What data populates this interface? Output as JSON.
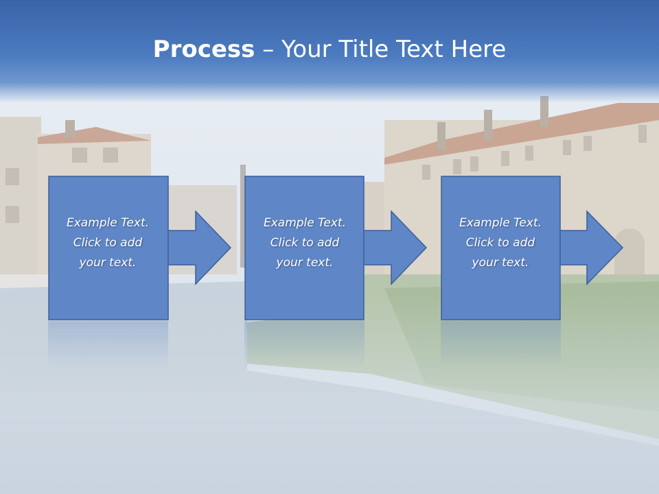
{
  "slide": {
    "title_bold": "Process",
    "title_dash": " – ",
    "title_rest": "Your Title Text Here"
  },
  "steps": [
    {
      "text": "Example Text.\nClick  to add\nyour text."
    },
    {
      "text": "Example Text.\nClick  to add\nyour text."
    },
    {
      "text": "Example Text.\nClick  to add\nyour text."
    }
  ],
  "colors": {
    "header_blue": "#3a64a8",
    "box_fill": "#5f86c6",
    "box_border": "#3c5f99"
  }
}
